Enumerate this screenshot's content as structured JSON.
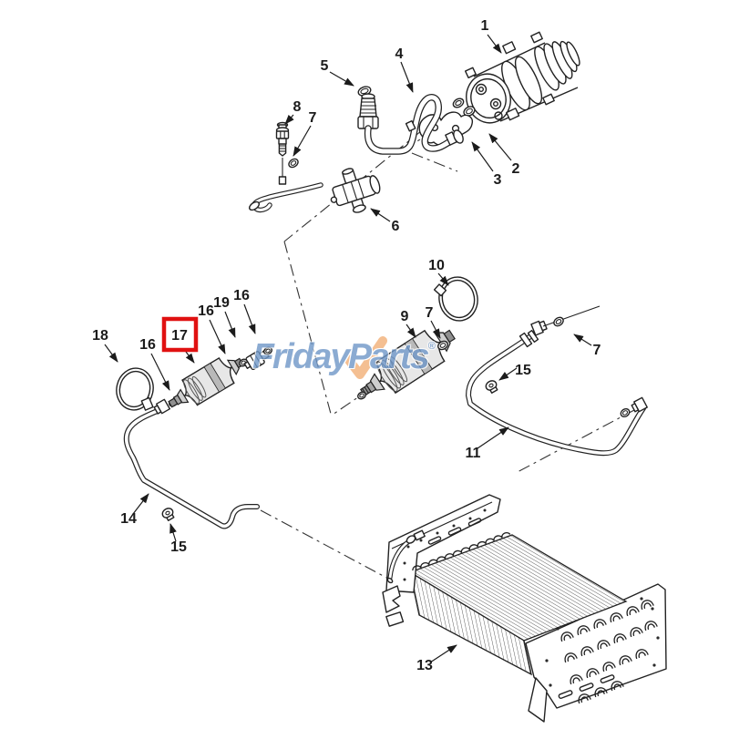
{
  "diagram": {
    "type": "exploded-parts-diagram",
    "subject": "air-conditioning system (compressor, hoses, receiver driers, condenser)"
  },
  "watermark": {
    "text_left": "Friday",
    "text_right": "Parts",
    "registered": "®"
  },
  "highlight": {
    "part": "17",
    "color": "#e01111"
  },
  "colors": {
    "line": "#1b1b1b",
    "logo_blue": "#6f97c8",
    "logo_orange": "#f2b078",
    "highlight_red": "#e01111"
  },
  "callouts": [
    {
      "id": "1",
      "label": "1"
    },
    {
      "id": "2",
      "label": "2"
    },
    {
      "id": "3",
      "label": "3"
    },
    {
      "id": "4",
      "label": "4"
    },
    {
      "id": "5",
      "label": "5"
    },
    {
      "id": "6",
      "label": "6"
    },
    {
      "id": "7-a",
      "label": "7"
    },
    {
      "id": "7-b",
      "label": "7"
    },
    {
      "id": "7-c",
      "label": "7"
    },
    {
      "id": "8",
      "label": "8"
    },
    {
      "id": "9",
      "label": "9"
    },
    {
      "id": "10",
      "label": "10"
    },
    {
      "id": "11",
      "label": "11"
    },
    {
      "id": "13",
      "label": "13"
    },
    {
      "id": "14",
      "label": "14"
    },
    {
      "id": "15-a",
      "label": "15"
    },
    {
      "id": "15-b",
      "label": "15"
    },
    {
      "id": "16-a",
      "label": "16"
    },
    {
      "id": "16-b",
      "label": "16"
    },
    {
      "id": "16-c",
      "label": "16"
    },
    {
      "id": "17",
      "label": "17",
      "highlighted": true
    },
    {
      "id": "18",
      "label": "18"
    },
    {
      "id": "19",
      "label": "19"
    }
  ]
}
